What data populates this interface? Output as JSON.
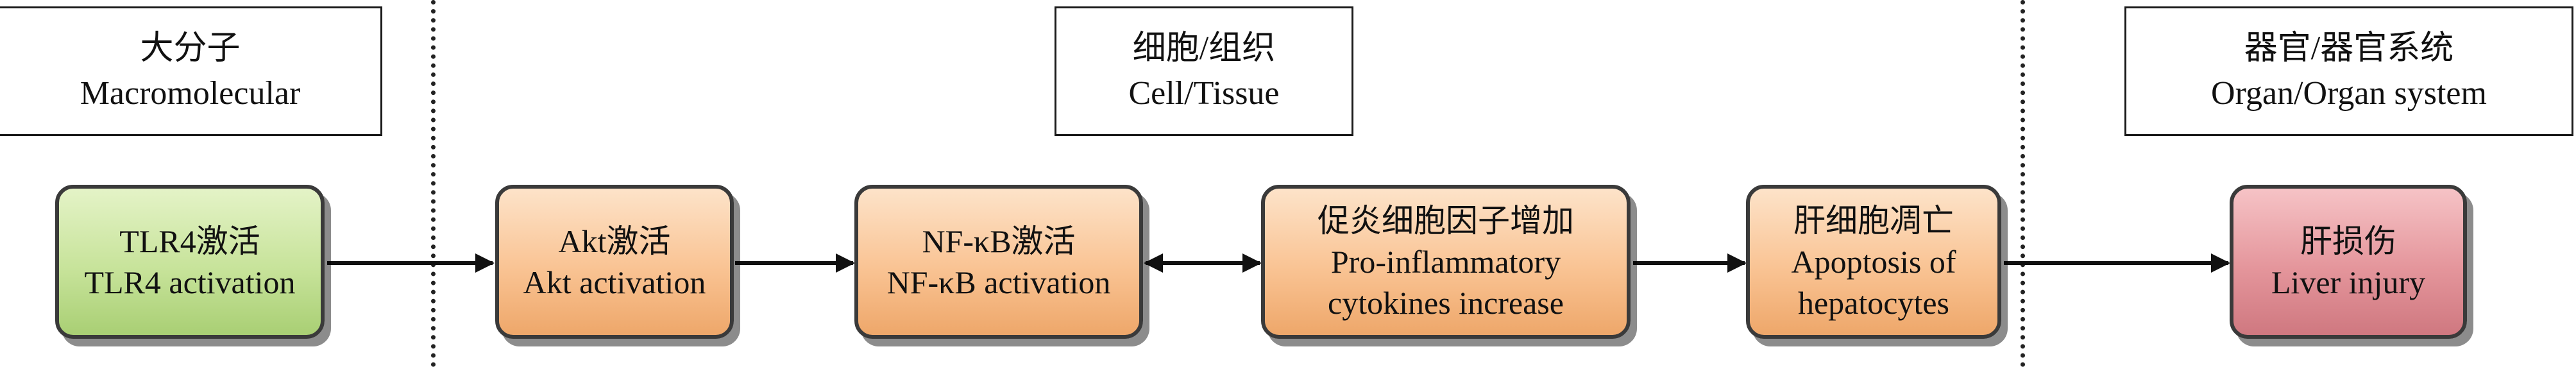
{
  "headers": [
    {
      "zh": "大分子",
      "en": "Macromolecular"
    },
    {
      "zh": "细胞/组织",
      "en": "Cell/Tissue"
    },
    {
      "zh": "器官/器官系统",
      "en": "Organ/Organ system"
    }
  ],
  "nodes": [
    {
      "lines": [
        "TLR4激活",
        "TLR4 activation"
      ],
      "color": "#c7e39a"
    },
    {
      "lines": [
        "Akt激活",
        "Akt activation"
      ],
      "color": "#f9c393"
    },
    {
      "lines": [
        "NF-κB激活",
        "NF-κB activation"
      ],
      "color": "#f9c393"
    },
    {
      "lines": [
        "促炎细胞因子增加",
        "Pro-inflammatory",
        "cytokines increase"
      ],
      "color": "#f9c393"
    },
    {
      "lines": [
        "肝细胞凋亡",
        "Apoptosis of",
        "hepatocytes"
      ],
      "color": "#f9c393"
    },
    {
      "lines": [
        "肝损伤",
        "Liver injury"
      ],
      "color": "#e4959b"
    }
  ]
}
